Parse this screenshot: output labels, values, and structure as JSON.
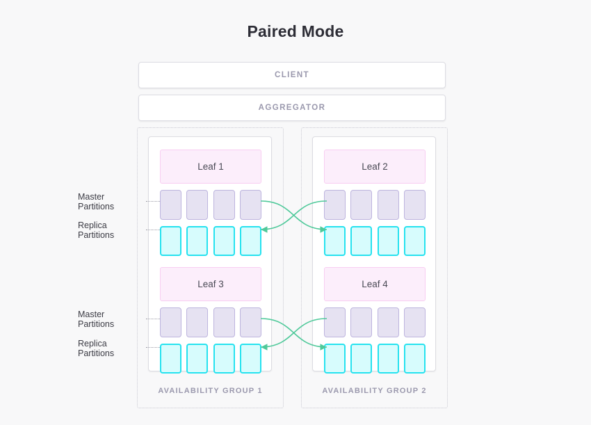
{
  "diagram": {
    "title": "Paired Mode",
    "top_boxes": [
      {
        "label": "CLIENT",
        "name": "client"
      },
      {
        "label": "AGGREGATOR",
        "name": "aggregator"
      }
    ],
    "groups": [
      {
        "label": "AVAILABILITY GROUP 1",
        "leaves": [
          {
            "label": "Leaf 1",
            "master_count": 4,
            "replica_count": 4
          },
          {
            "label": "Leaf 3",
            "master_count": 4,
            "replica_count": 4
          }
        ]
      },
      {
        "label": "AVAILABILITY GROUP 2",
        "leaves": [
          {
            "label": "Leaf 2",
            "master_count": 4,
            "replica_count": 4
          },
          {
            "label": "Leaf 4",
            "master_count": 4,
            "replica_count": 4
          }
        ]
      }
    ],
    "callouts": [
      {
        "line1": "Master",
        "line2": "Partitions"
      },
      {
        "line1": "Replica",
        "line2": "Partitions"
      },
      {
        "line1": "Master",
        "line2": "Partitions"
      },
      {
        "line1": "Replica",
        "line2": "Partitions"
      }
    ],
    "colors": {
      "background": "#f8f8f9",
      "title_text": "#2d2d36",
      "box_border": "#dcdce2",
      "box_fill": "#ffffff",
      "caption_text": "#9a98ad",
      "leaf_fill": "#fceefb",
      "leaf_border": "#f8cdf2",
      "master_fill": "#e6e2f2",
      "master_border": "#bdb4de",
      "replica_fill": "#d7fcfd",
      "replica_border": "#25e2ef",
      "arrow": "#4fc99a",
      "dotted_border": "#c9c9d2",
      "leader_line": "#9b9ba6"
    }
  }
}
